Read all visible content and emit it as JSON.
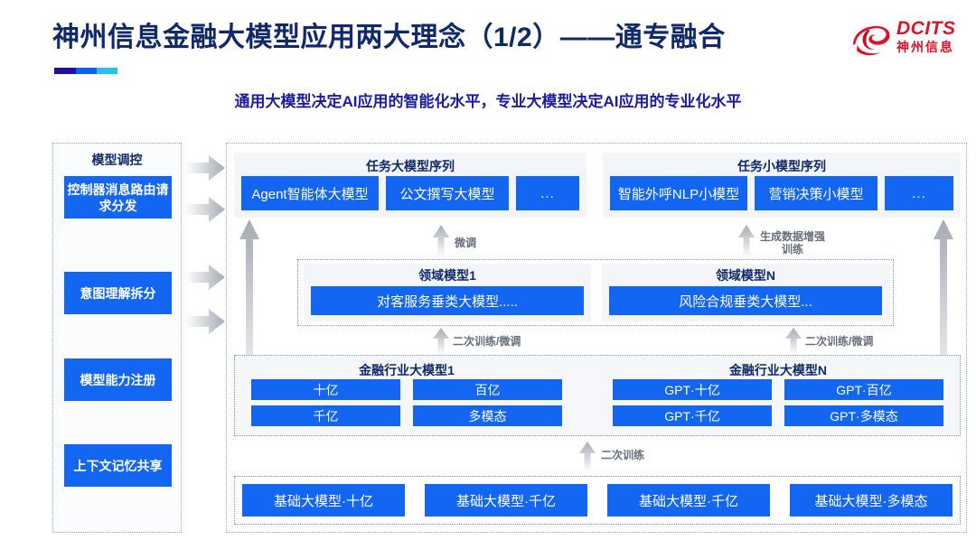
{
  "header": {
    "title": "神州信息金融大模型应用两大理念（1/2）——通专融合",
    "logo": {
      "en": "DCITS",
      "cn": "神州信息",
      "mark": "dcits-swirl-logo"
    },
    "subtitle": "通用大模型决定AI应用的智能化水平，专业大模型决定AI应用的专业化水平"
  },
  "diagram": {
    "control_column": {
      "title": "模型调控",
      "items": [
        {
          "label": "控制器消息路由请求分发"
        },
        {
          "label": "意图理解拆分"
        },
        {
          "label": "模型能力注册"
        },
        {
          "label": "上下文记忆共享"
        }
      ]
    },
    "task_sequences": [
      {
        "title": "任务大模型序列",
        "items": [
          "Agent智能体大模型",
          "公文撰写大模型",
          "..."
        ]
      },
      {
        "title": "任务小模型序列",
        "items": [
          "智能外呼NLP小模型",
          "营销决策小模型",
          "..."
        ]
      }
    ],
    "domain_models": [
      {
        "title": "领域模型1",
        "item": "对客服务垂类大模型....."
      },
      {
        "title": "领域模型N",
        "item": "风险合规垂类大模型..."
      }
    ],
    "industry_models": [
      {
        "title": "金融行业大模型1",
        "cells": [
          "十亿",
          "百亿",
          "千亿",
          "多模态"
        ]
      },
      {
        "title": "金融行业大模型N",
        "cells": [
          "GPT·十亿",
          "GPT·百亿",
          "GPT·千亿",
          "GPT·多模态"
        ]
      }
    ],
    "base_models": [
      "基础大模型·十亿",
      "基础大模型·千亿",
      "基础大模型·千亿",
      "基础大模型·多模态"
    ],
    "flow_labels": {
      "fine_tune": "微调",
      "data_augment": "生成数据增强\n训练",
      "retrain_tune_left": "二次训练/微调",
      "retrain_tune_right": "二次训练/微调",
      "retrain": "二次训练"
    }
  },
  "colors": {
    "brand_navy": "#10296b",
    "chip_blue": "#1266f1",
    "logo_red": "#d7152a",
    "subtitle_blue": "#1a1b9e",
    "arrow_gray": "#b9bec6"
  }
}
